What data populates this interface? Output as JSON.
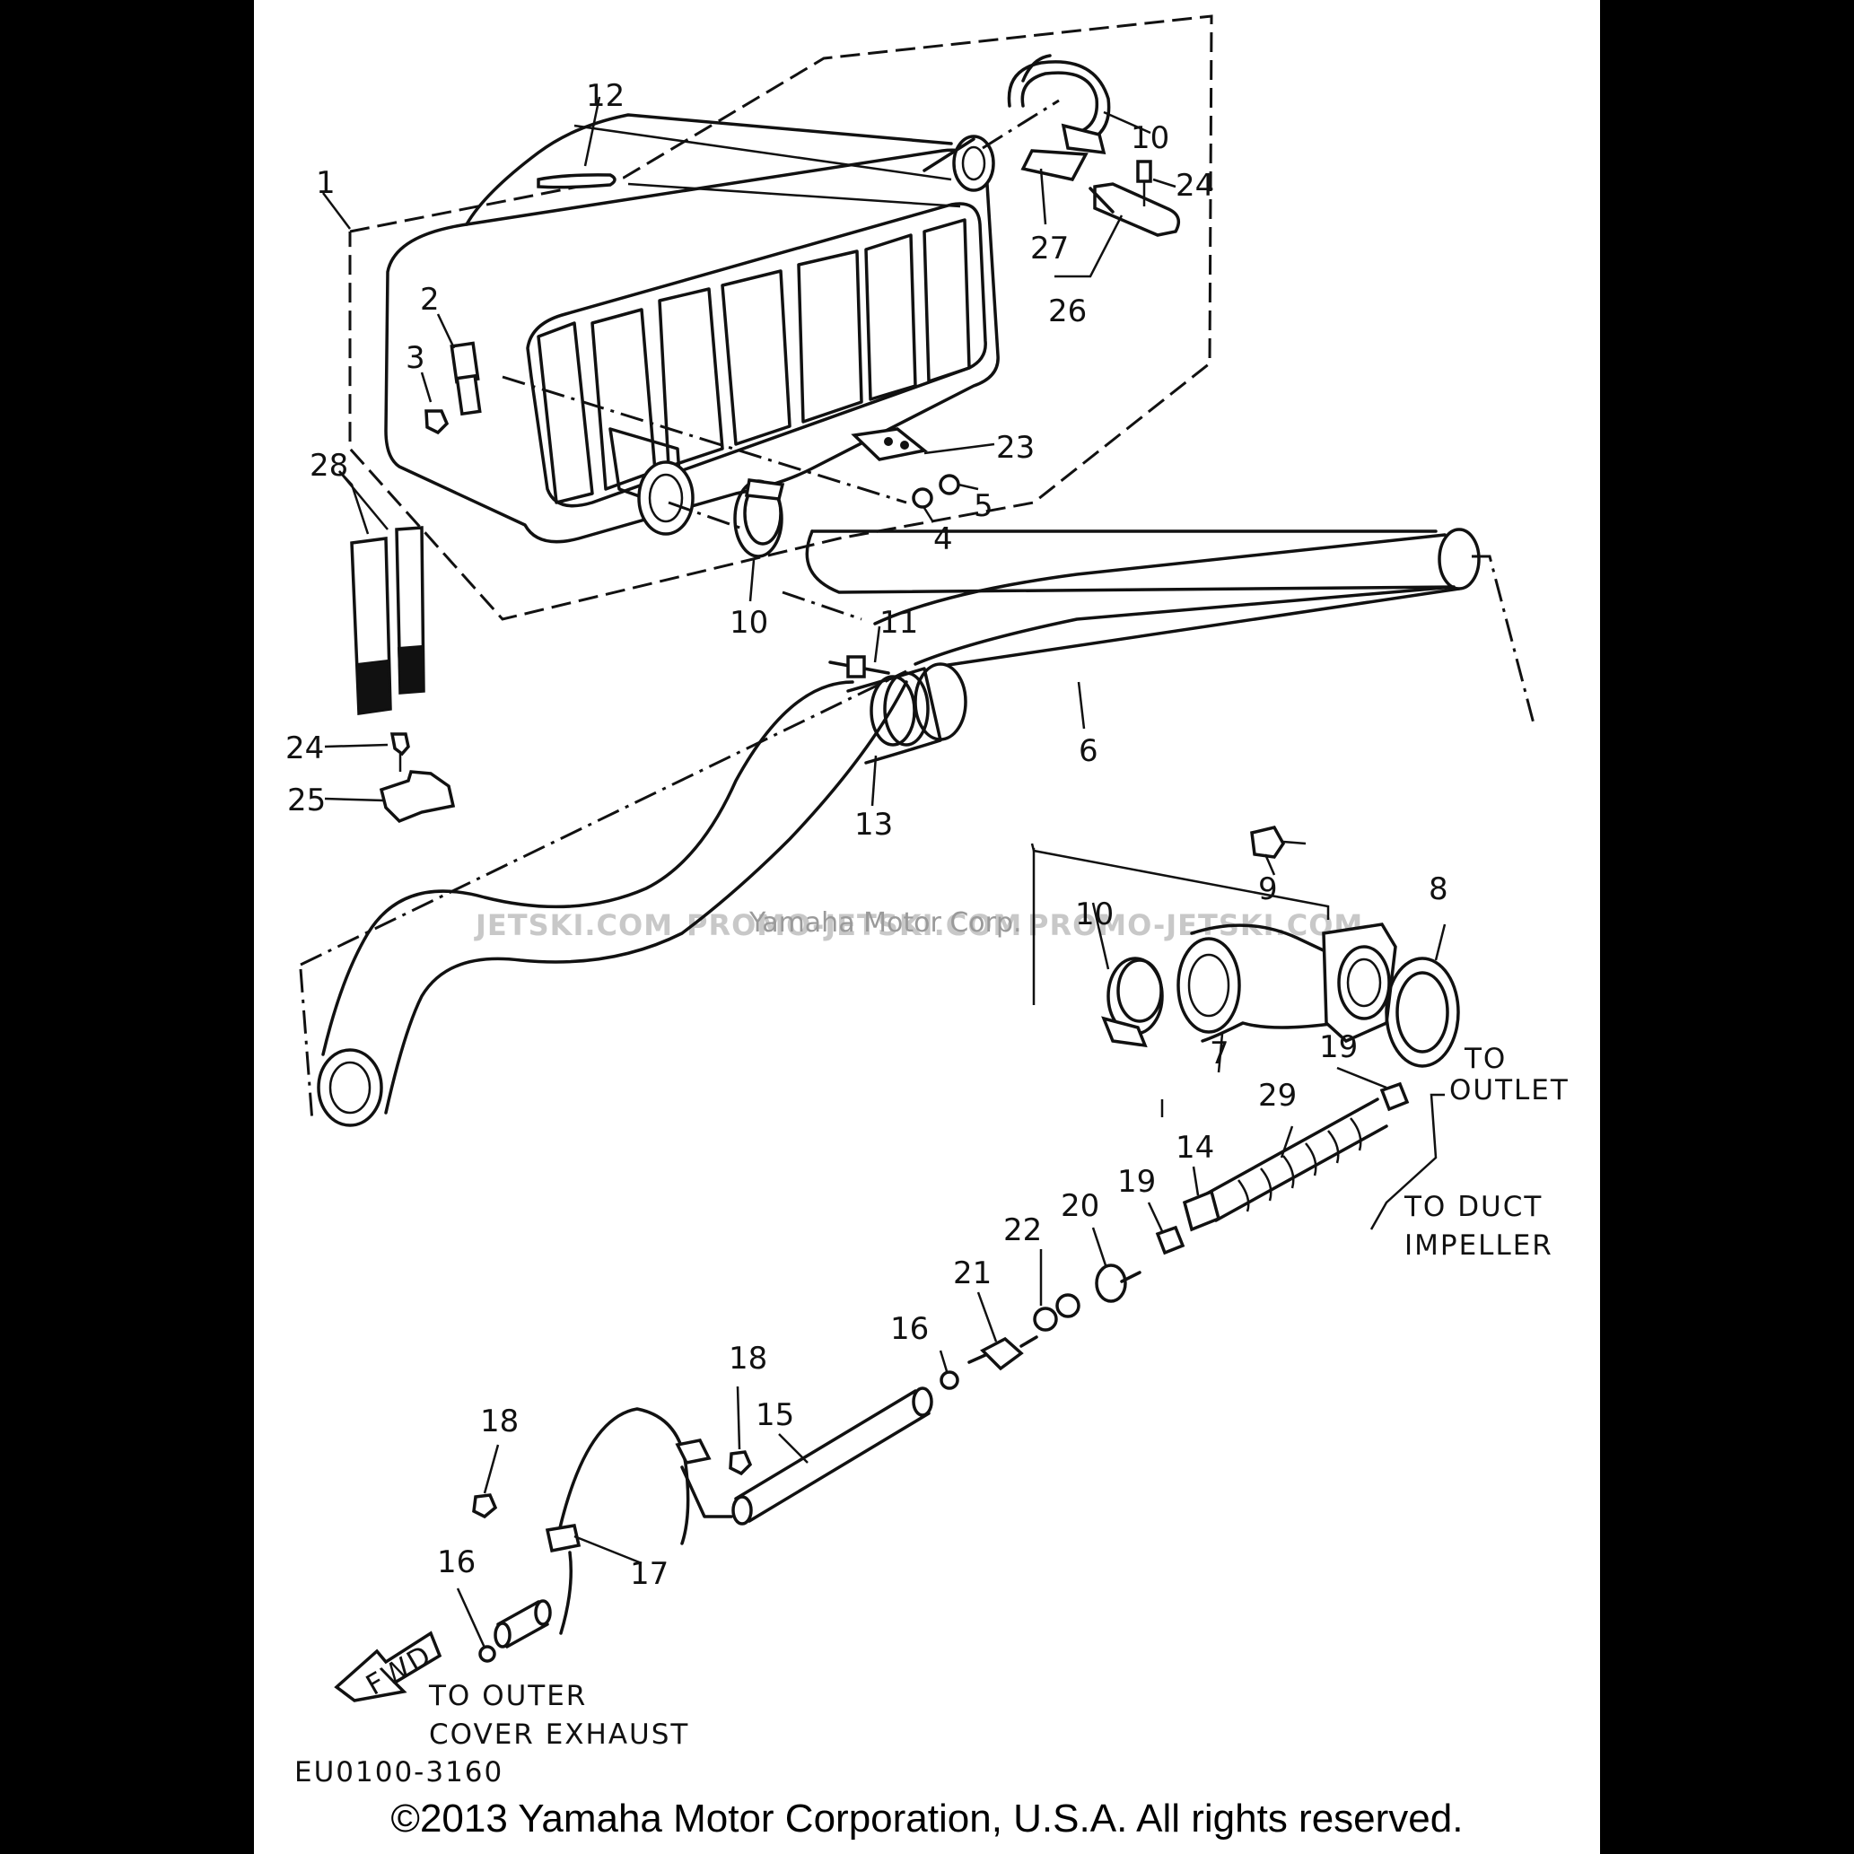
{
  "callouts": {
    "c1": "1",
    "c2": "2",
    "c3": "3",
    "c4": "4",
    "c5": "5",
    "c6": "6",
    "c7": "7",
    "c8": "8",
    "c9": "9",
    "c10a": "10",
    "c10b": "10",
    "c10c": "10",
    "c11": "11",
    "c12": "12",
    "c13": "13",
    "c14": "14",
    "c15": "15",
    "c16a": "16",
    "c16b": "16",
    "c17": "17",
    "c18a": "18",
    "c18b": "18",
    "c19a": "19",
    "c19b": "19",
    "c20": "20",
    "c21": "21",
    "c22": "22",
    "c23": "23",
    "c24a": "24",
    "c24b": "24",
    "c25": "25",
    "c26": "26",
    "c27": "27",
    "c28": "28",
    "c29": "29"
  },
  "notes": {
    "to_outlet_1": "TO",
    "to_outlet_2": "OUTLET",
    "duct_1": "TO DUCT",
    "duct_2": "IMPELLER",
    "outer_1": "TO OUTER",
    "outer_2": "COVER EXHAUST",
    "fwd": "FWD",
    "diagram_code": "EU0100-3160"
  },
  "watermark": {
    "left": "JETSKI.COM",
    "mid": "PROMO-JETSKI.COM",
    "right": "PROMO-JETSKI.COM",
    "company": "Yamaha Motor Corp."
  },
  "footer": {
    "copyright": "©2013 Yamaha Motor Corporation, U.S.A. All rights reserved."
  }
}
